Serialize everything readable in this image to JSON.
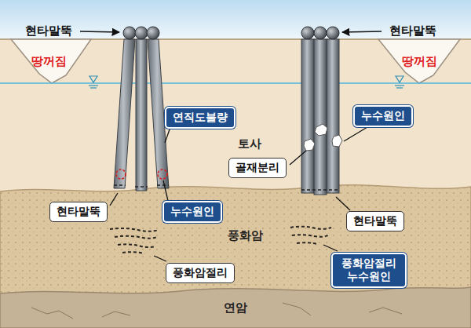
{
  "diagram": {
    "nodes": [
      {
        "text": [
          "연직도불량"
        ]
      },
      {
        "text": [
          "누수원인"
        ]
      },
      {
        "text": [
          "골재분리"
        ]
      },
      {
        "text": [
          "현타말뚝"
        ]
      },
      {
        "text": [
          "누수원인"
        ]
      },
      {
        "text": [
          "현타말뚝"
        ]
      },
      {
        "text": [
          "풍화암절리 누수원인"
        ]
      },
      {
        "text": [
          "풍화암절리"
        ]
      }
    ],
    "labels": [
      "현타말뚝",
      "현타말뚝",
      "땅꺼짐",
      "땅꺼짐",
      "토사",
      "풍화암",
      "연암"
    ]
  }
}
